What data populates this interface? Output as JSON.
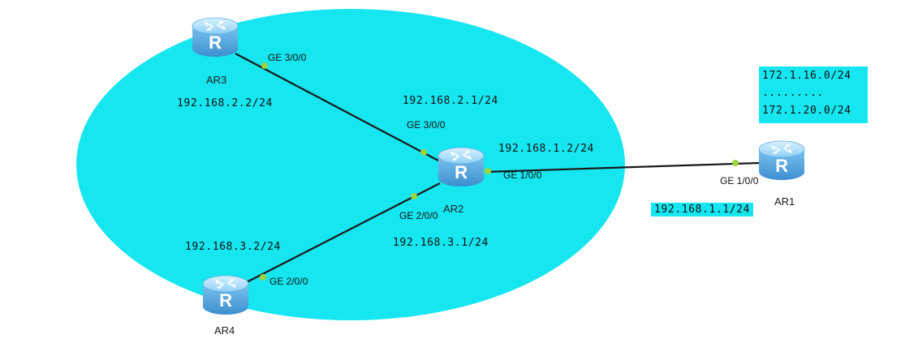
{
  "colors": {
    "area_fill": "#16e6f0",
    "link": "#1a1a1a",
    "port_dot": "#9bd43c",
    "router_body": "#4aa3df",
    "router_top": "#8fd0f5",
    "highlight": "#16e6f0"
  },
  "routers": {
    "ar1": {
      "name": "AR1",
      "icon": "router-icon",
      "glyph": "R"
    },
    "ar2": {
      "name": "AR2",
      "icon": "router-icon",
      "glyph": "R"
    },
    "ar3": {
      "name": "AR3",
      "icon": "router-icon",
      "glyph": "R"
    },
    "ar4": {
      "name": "AR4",
      "icon": "router-icon",
      "glyph": "R"
    }
  },
  "ports": {
    "ar3_ge3": "GE 3/0/0",
    "ar2_ge3": "GE 3/0/0",
    "ar2_ge1": "GE 1/0/0",
    "ar2_ge2": "GE 2/0/0",
    "ar1_ge1": "GE 1/0/0",
    "ar4_ge2": "GE 2/0/0"
  },
  "addresses": {
    "ar3": "192.168.2.2/24",
    "ar2_to_ar3": "192.168.2.1/24",
    "ar2_to_ar1": "192.168.1.2/24",
    "ar1": "192.168.1.1/24",
    "ar4": "192.168.3.2/24",
    "ar2_to_ar4": "192.168.3.1/24"
  },
  "ar1_routes": {
    "first": "172.1.16.0/24",
    "ellipsis": ".........",
    "last": "172.1.20.0/24"
  }
}
